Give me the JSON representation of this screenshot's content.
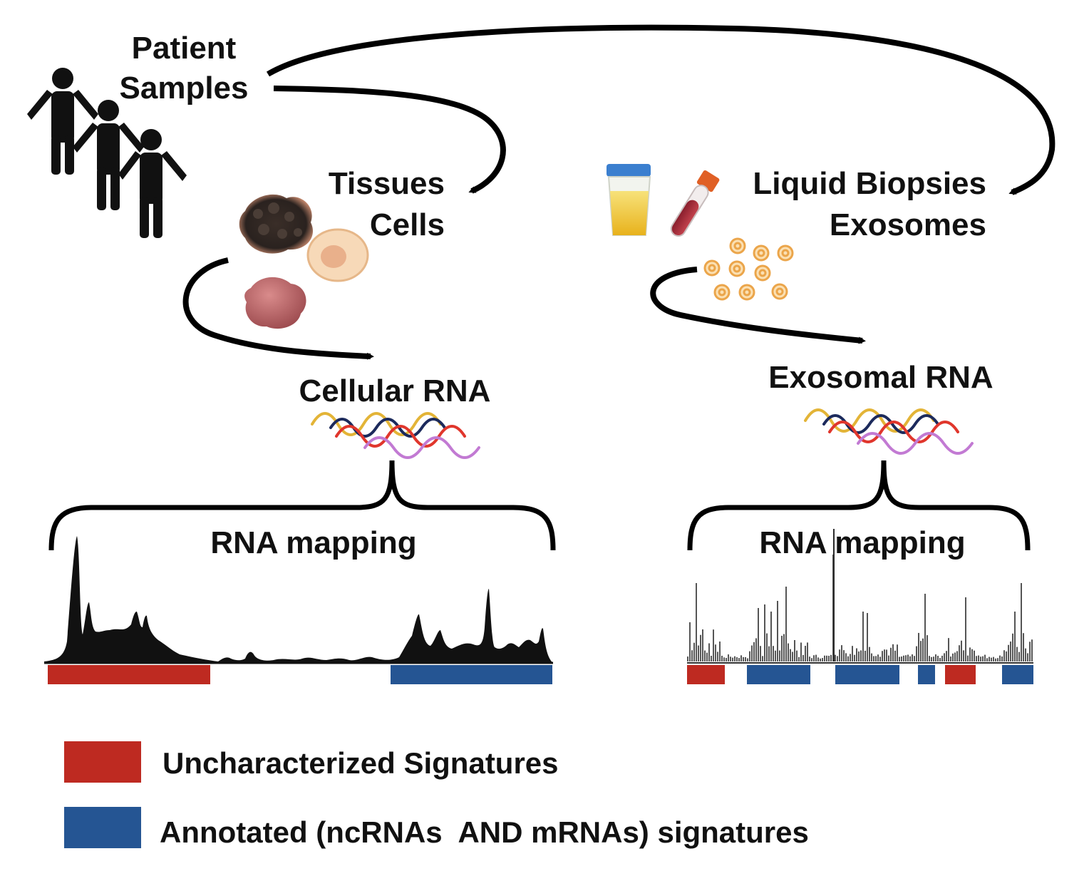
{
  "labels": {
    "patient_line1": "Patient",
    "patient_line2": "Samples",
    "tissues_line1": "Tissues",
    "tissues_line2": "Cells",
    "liquid_line1": "Liquid Biopsies",
    "liquid_line2": "Exosomes",
    "cellular_rna": "Cellular RNA",
    "exosomal_rna": "Exosomal RNA",
    "mapping_left": "RNA mapping",
    "mapping_right": "RNA mapping"
  },
  "legend": [
    {
      "label": "Uncharacterized Signatures",
      "color": "#be2a21"
    },
    {
      "label": "Annotated (ncRNAs  AND mRNAs) signatures",
      "color": "#255593"
    }
  ],
  "colors": {
    "uncharacterized": "#be2a21",
    "annotated": "#255593",
    "rna_strands": [
      "#e3b437",
      "#1c2a5c",
      "#e0362c",
      "#c27ad3"
    ]
  },
  "icons": [
    "people-icon",
    "tumor-tissue-icon",
    "cell-icon",
    "tissue-icon",
    "urine-cup-icon",
    "blood-tube-icon",
    "exosomes-icon",
    "rna-strands-icon"
  ]
}
